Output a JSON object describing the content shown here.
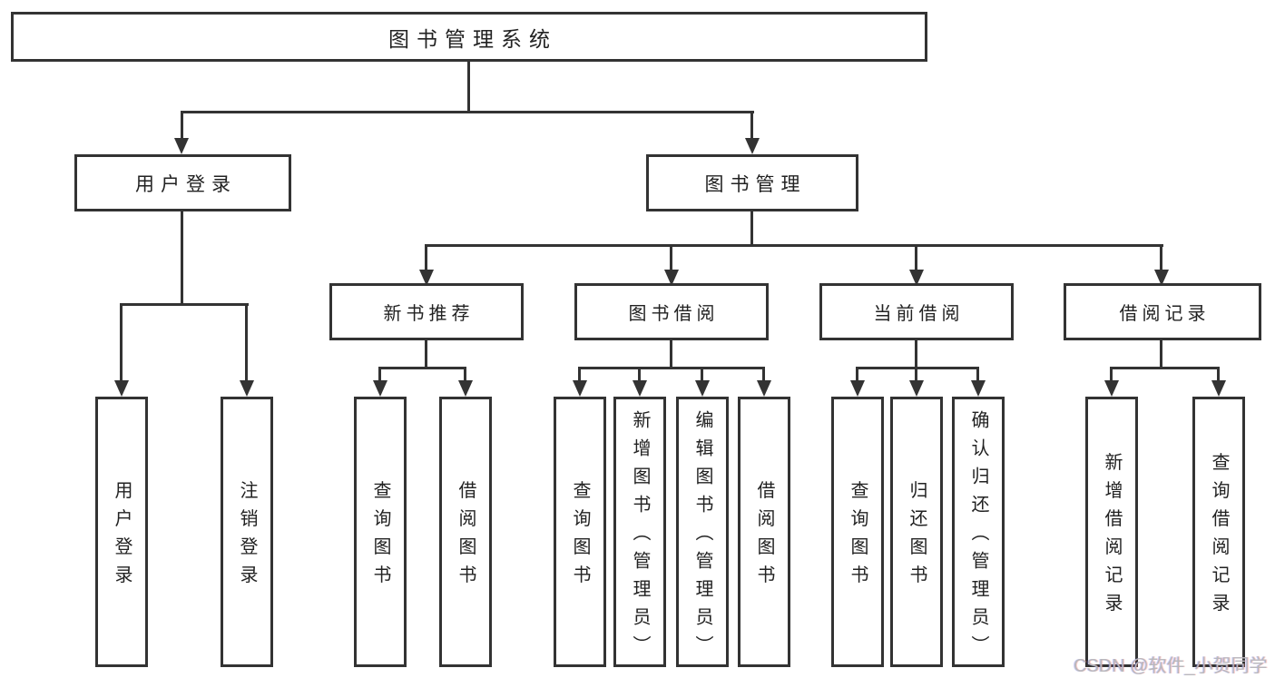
{
  "tree": {
    "label": "图书管理系统",
    "children": [
      {
        "label": "用户登录",
        "children": [
          {
            "label": "用户登录"
          },
          {
            "label": "注销登录"
          }
        ]
      },
      {
        "label": "图书管理",
        "children": [
          {
            "label": "新书推荐",
            "children": [
              {
                "label": "查询图书"
              },
              {
                "label": "借阅图书"
              }
            ]
          },
          {
            "label": "图书借阅",
            "children": [
              {
                "label": "查询图书"
              },
              {
                "label": "新增图书（管理员）"
              },
              {
                "label": "编辑图书（管理员）"
              },
              {
                "label": "借阅图书"
              }
            ]
          },
          {
            "label": "当前借阅",
            "children": [
              {
                "label": "查询图书"
              },
              {
                "label": "归还图书"
              },
              {
                "label": "确认归还（管理员）"
              }
            ]
          },
          {
            "label": "借阅记录",
            "children": [
              {
                "label": "新增借阅记录"
              },
              {
                "label": "查询借阅记录"
              }
            ]
          }
        ]
      }
    ]
  },
  "watermark": {
    "text": "CSDN @软件_小贺同学"
  },
  "colors": {
    "line": "#333333",
    "text": "#222222",
    "watermark": "#b8b8bc",
    "background": "#ffffff"
  }
}
